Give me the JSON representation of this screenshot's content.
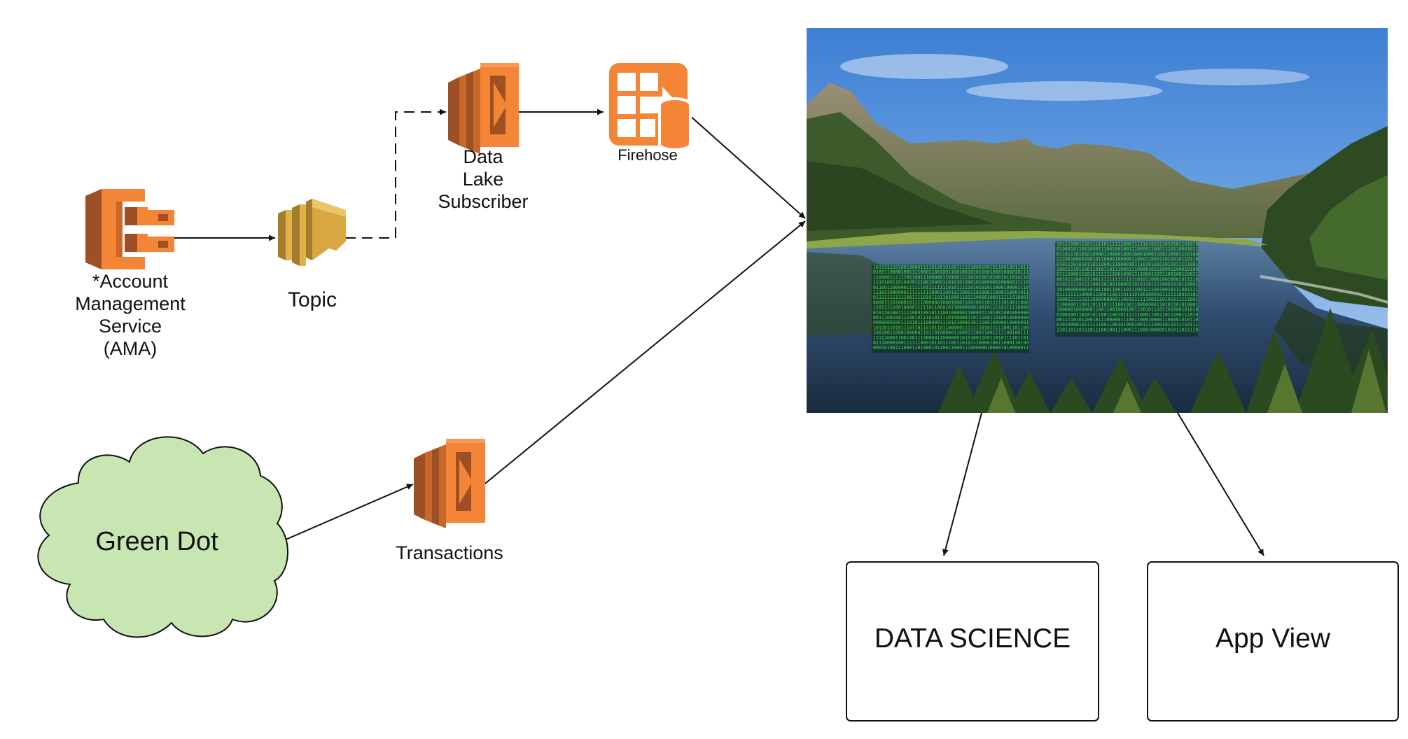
{
  "nodes": {
    "ama": {
      "label_lines": [
        "*Account",
        "Management",
        "Service",
        "(AMA)"
      ]
    },
    "topic": {
      "label": "Topic"
    },
    "data_lake_subscriber": {
      "label_lines": [
        "Data",
        "Lake",
        "Subscriber"
      ]
    },
    "firehose": {
      "label": "Firehose"
    },
    "green_dot": {
      "label": "Green Dot"
    },
    "transactions": {
      "label": "Transactions"
    },
    "data_science": {
      "label": "DATA SCIENCE"
    },
    "app_view": {
      "label": "App View"
    }
  },
  "icons": {
    "ama": "ecs-cluster-icon",
    "topic": "sns-topic-icon",
    "data_lake_subscriber": "lambda-function-icon",
    "firehose": "kinesis-firehose-icon",
    "transactions": "lambda-function-icon",
    "data_lake": "data-lake-landscape-photo"
  },
  "colors": {
    "aws_orange": "#f58536",
    "aws_orange_dark": "#9d5025",
    "topic_gold": "#d9a741",
    "cloud_fill": "#c8e6b1",
    "matrix_green": "#37e24a"
  },
  "edges": [
    {
      "from": "ama",
      "to": "topic",
      "style": "solid"
    },
    {
      "from": "topic",
      "to": "data_lake_subscriber",
      "style": "dashed"
    },
    {
      "from": "data_lake_subscriber",
      "to": "firehose",
      "style": "solid"
    },
    {
      "from": "firehose",
      "to": "data_lake",
      "style": "solid"
    },
    {
      "from": "green_dot",
      "to": "transactions",
      "style": "solid"
    },
    {
      "from": "transactions",
      "to": "data_lake",
      "style": "solid"
    },
    {
      "from": "data_lake",
      "to": "data_science",
      "style": "solid"
    },
    {
      "from": "data_lake",
      "to": "app_view",
      "style": "solid"
    }
  ]
}
